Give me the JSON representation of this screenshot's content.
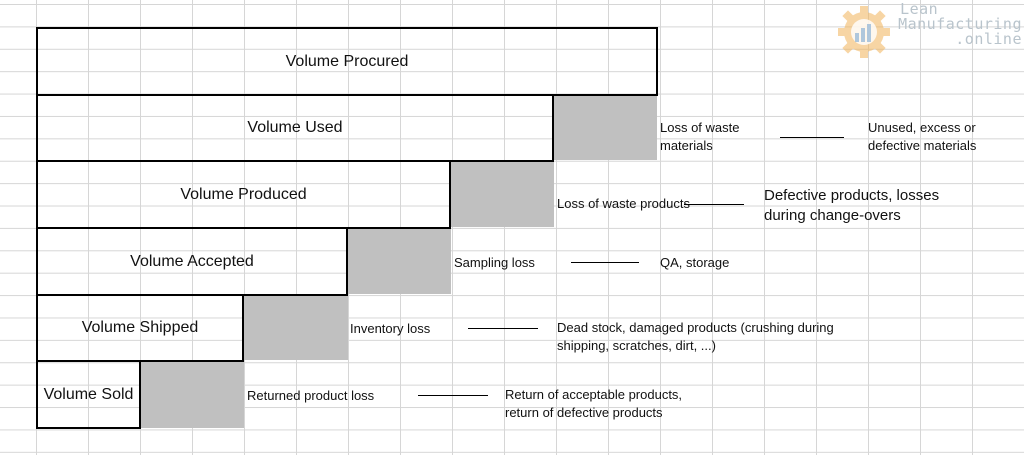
{
  "volumes": [
    {
      "label": "Volume Procured"
    },
    {
      "label": "Volume Used"
    },
    {
      "label": "Volume Produced"
    },
    {
      "label": "Volume Accepted"
    },
    {
      "label": "Volume Shipped"
    },
    {
      "label": "Volume Sold"
    }
  ],
  "losses": [
    {
      "name": "Loss of waste materials",
      "cause": "Unused, excess or defective materials"
    },
    {
      "name": "Loss of waste products",
      "cause": "Defective products, losses during change-overs"
    },
    {
      "name": "Sampling loss",
      "cause": "QA, storage"
    },
    {
      "name": "Inventory loss",
      "cause": "Dead stock, damaged products (crushing during shipping, scratches, dirt, ...)"
    },
    {
      "name": "Returned product loss",
      "cause": "Return of acceptable products, return of defective products"
    }
  ],
  "logo": {
    "line1": "Lean",
    "line2": "Manufacturing",
    "line3": ".online"
  },
  "colors": {
    "loss_fill": "#c0c0c0",
    "grid": "#d6d6d6",
    "logo": "#b9c4cc",
    "logo_gear": "#f5a623"
  }
}
